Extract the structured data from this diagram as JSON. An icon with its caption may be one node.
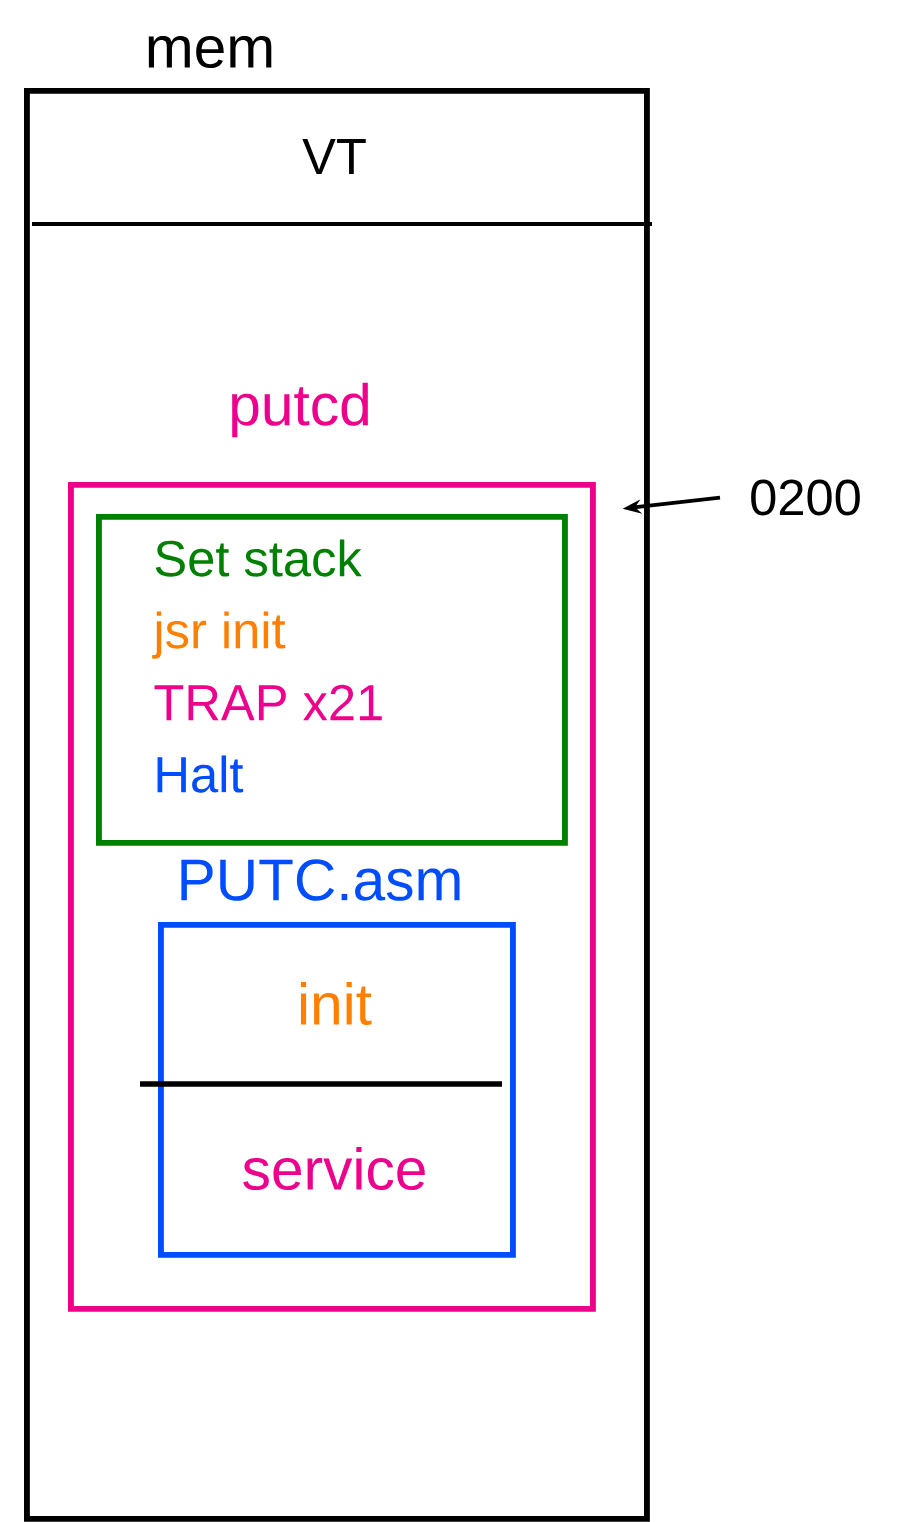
{
  "diagram": {
    "nodes": [
      {
        "text": [
          "mem"
        ]
      },
      {
        "text": [
          "VT"
        ],
        "in": 0
      },
      {
        "text": [
          "putcd"
        ],
        "in": 0
      },
      {
        "text": [
          "Set stack",
          "jsr init",
          "TRAP x21",
          "Halt"
        ],
        "in": 2
      },
      {
        "text": [
          "PUTC.asm"
        ],
        "in": 2
      },
      {
        "text": [
          "init"
        ],
        "in": 4
      },
      {
        "text": [
          "service"
        ],
        "in": 4
      },
      {
        "text": [
          "0200"
        ]
      }
    ],
    "edges": [
      {
        "from": 7,
        "to": 2,
        "arrow": "to"
      }
    ]
  }
}
